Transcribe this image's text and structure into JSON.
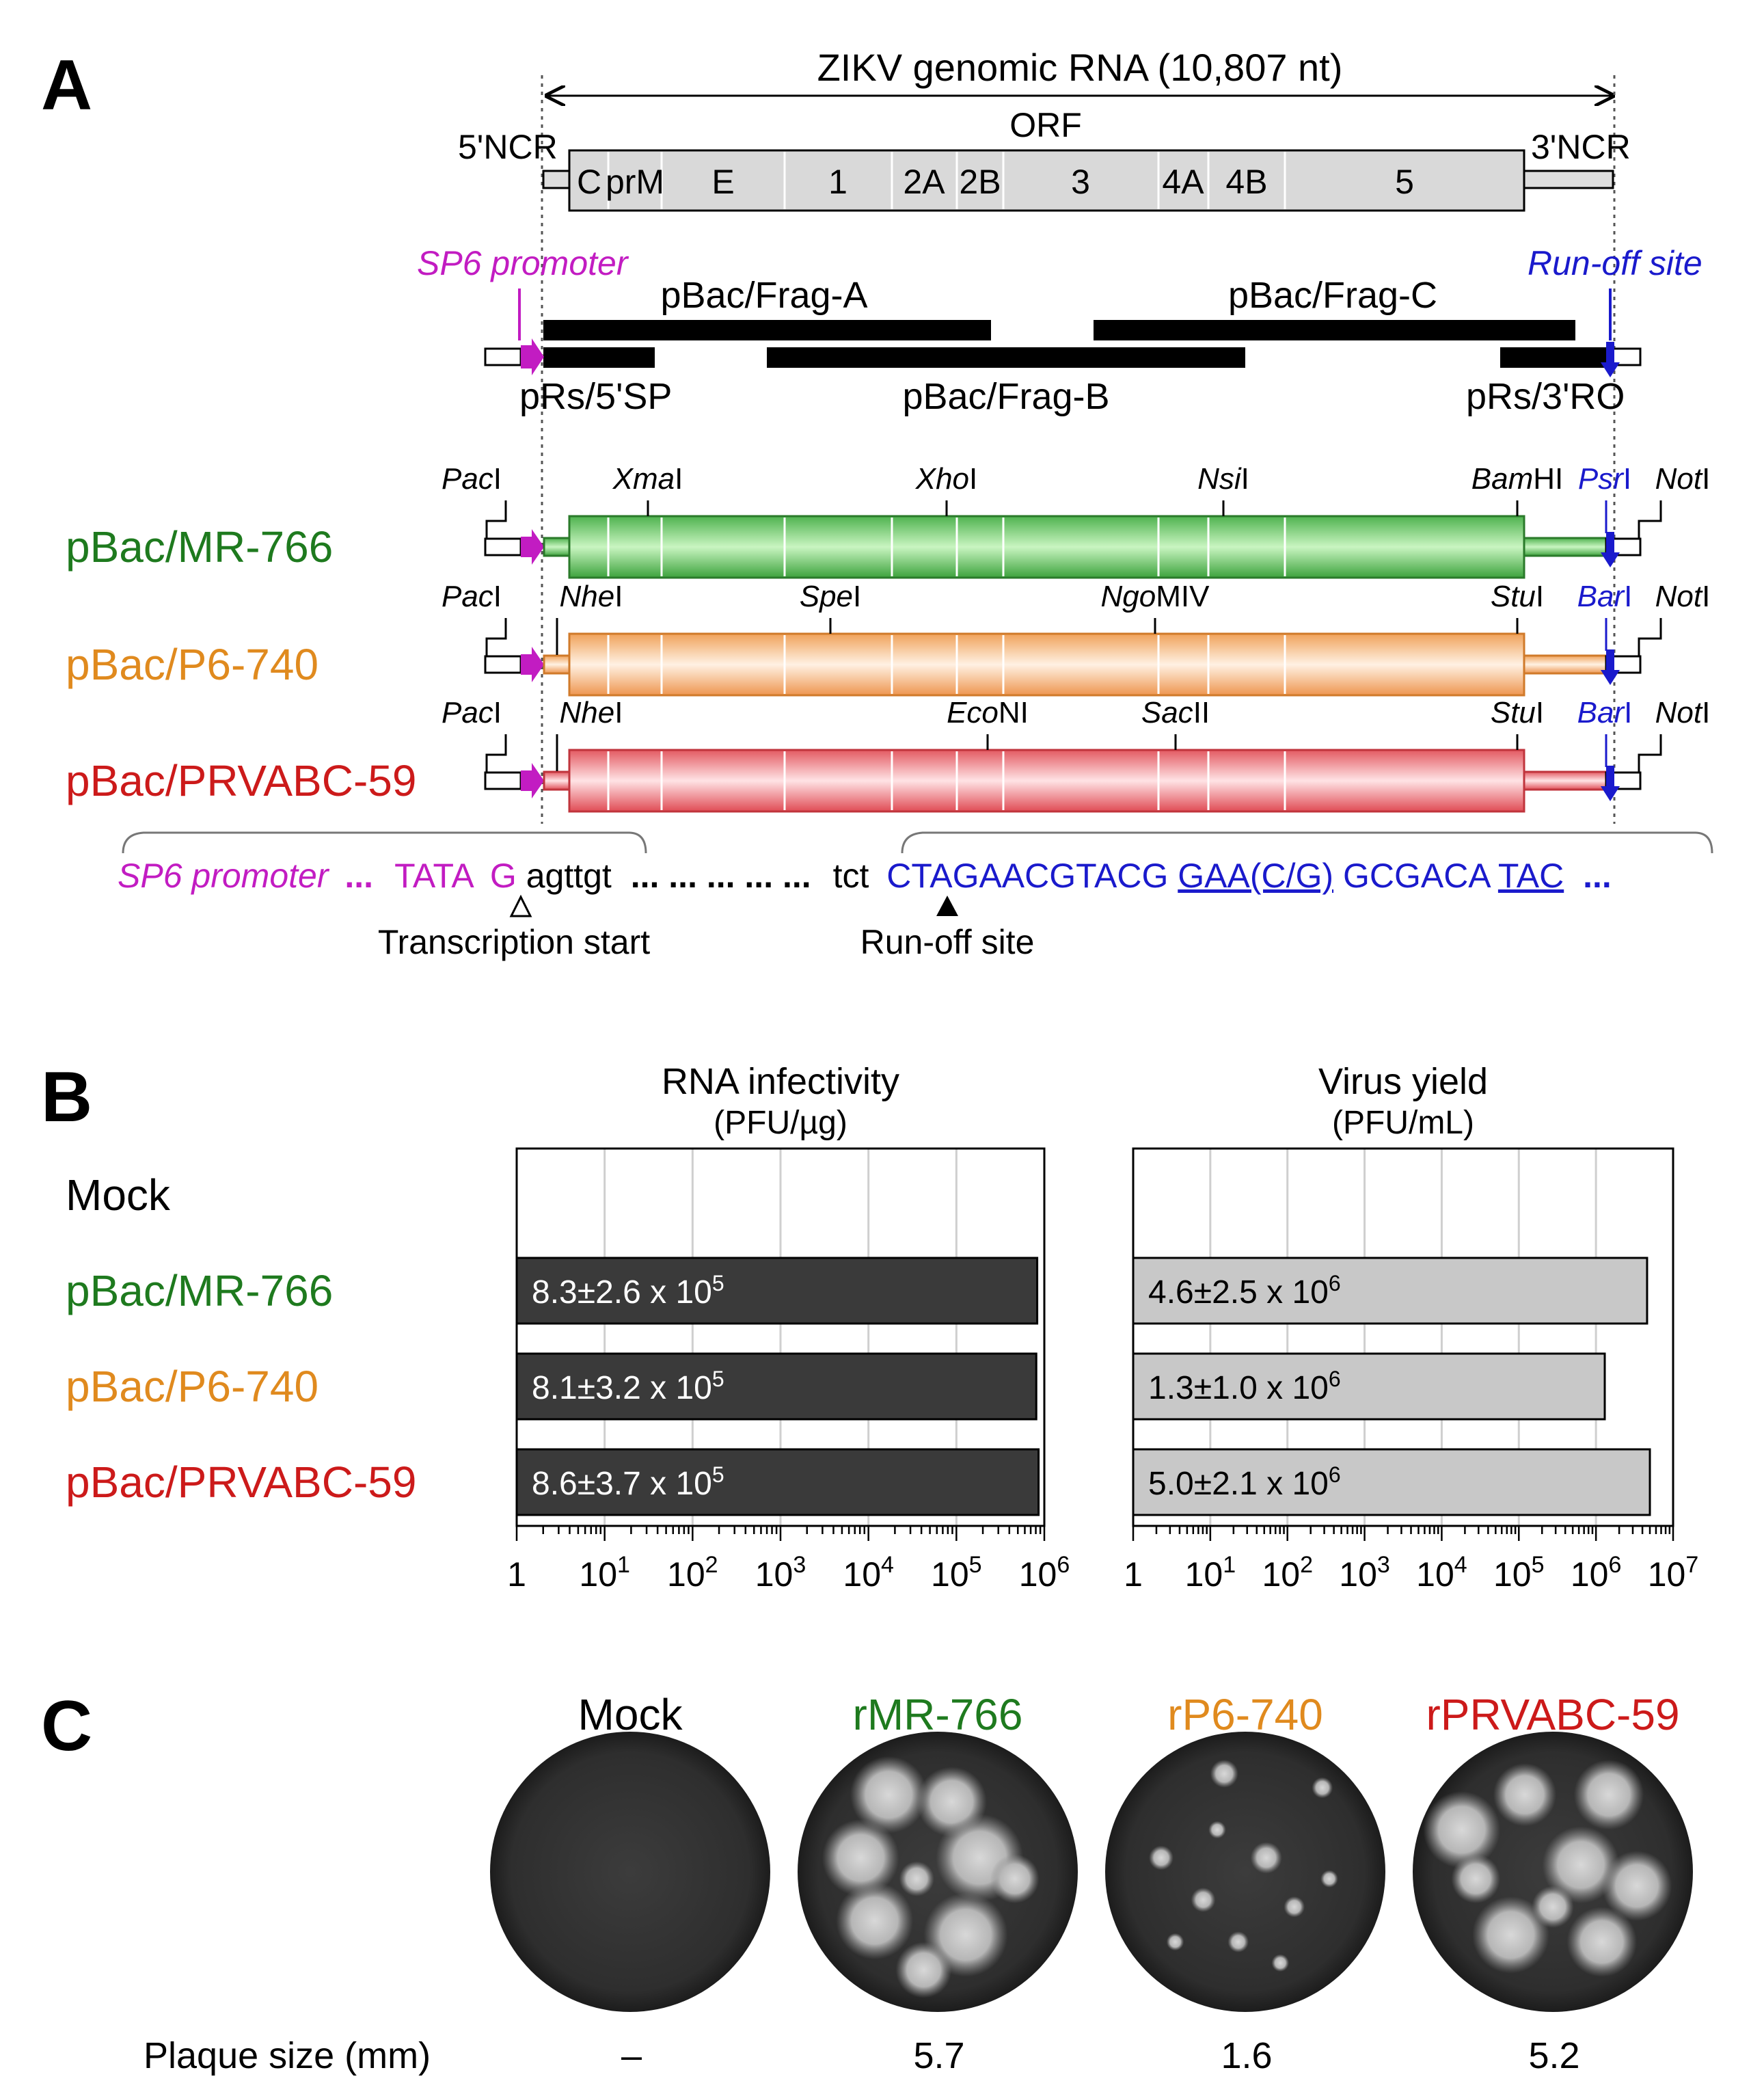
{
  "panels": {
    "a": "A",
    "b": "B",
    "c": "C"
  },
  "panelA": {
    "genome_label": "ZIKV genomic RNA (10,807 nt)",
    "ncr5": "5'NCR",
    "ncr3": "3'NCR",
    "orf": "ORF",
    "genes": [
      "C",
      "prM",
      "E",
      "1",
      "2A",
      "2B",
      "3",
      "4A",
      "4B",
      "5"
    ],
    "sp6_promoter": "SP6 promoter",
    "runoff_site": "Run-off site",
    "frag_a": "pBac/Frag-A",
    "frag_b": "pBac/Frag-B",
    "frag_c": "pBac/Frag-C",
    "prs5": "pRs/5'SP",
    "prs3": "pRs/3'RO",
    "constructs": [
      {
        "name": "pBac/MR-766",
        "color": "#1e7a1e",
        "sites": [
          {
            "it": "Pac",
            "rt": "I"
          },
          {
            "it": "Xma",
            "rt": "I"
          },
          {
            "it": "Xho",
            "rt": "I"
          },
          {
            "it": "Nsi",
            "rt": "I"
          },
          {
            "it": "Bam",
            "rt": "HI"
          },
          {
            "it": "Psr",
            "rt": "I"
          },
          {
            "it": "Not",
            "rt": "I"
          }
        ]
      },
      {
        "name": "pBac/P6-740",
        "color": "#e08a1e",
        "sites": [
          {
            "it": "Pac",
            "rt": "I"
          },
          {
            "it": "Nhe",
            "rt": "I"
          },
          {
            "it": "Spe",
            "rt": "I"
          },
          {
            "it": "Ngo",
            "rt": "MIV"
          },
          {
            "it": "Stu",
            "rt": "I"
          },
          {
            "it": "Bar",
            "rt": "I"
          },
          {
            "it": "Not",
            "rt": "I"
          }
        ]
      },
      {
        "name": "pBac/PRVABC-59",
        "color": "#cc1a1a",
        "sites": [
          {
            "it": "Pac",
            "rt": "I"
          },
          {
            "it": "Nhe",
            "rt": "I"
          },
          {
            "it": "Eco",
            "rt": "NI"
          },
          {
            "it": "Sac",
            "rt": "II"
          },
          {
            "it": "Stu",
            "rt": "I"
          },
          {
            "it": "Bar",
            "rt": "I"
          },
          {
            "it": "Not",
            "rt": "I"
          }
        ]
      }
    ],
    "seq": {
      "promoter": "SP6 promoter",
      "dots1": "...",
      "tata": "TATA",
      "g": "G",
      "agttgt": "agttgt",
      "dots_mid": "... ... ... ... ...",
      "tct": "tct",
      "blue1": "CTAGAACGTACG",
      "blue_u1": "GAA(C/G)",
      "blue2": "GCGACA",
      "blue_u2": "TAC",
      "dots_end": "...",
      "transcription_start": "Transcription start",
      "runoff": "Run-off site"
    }
  },
  "panelB": {
    "rows": [
      "Mock",
      "pBac/MR-766",
      "pBac/P6-740",
      "pBac/PRVABC-59"
    ],
    "row_colors": [
      "#000000",
      "#1e7a1e",
      "#e08a1e",
      "#cc1a1a"
    ],
    "chart1_title": "RNA infectivity",
    "chart1_unit": "(PFU/µg)",
    "chart2_title": "Virus yield",
    "chart2_unit": "(PFU/mL)",
    "chart1_labels": [
      {
        "m": "8.3±2.6 x 10",
        "e": "5"
      },
      {
        "m": "8.1±3.2 x 10",
        "e": "5"
      },
      {
        "m": "8.6±3.7 x 10",
        "e": "5"
      }
    ],
    "chart2_labels": [
      {
        "m": "4.6±2.5 x 10",
        "e": "6"
      },
      {
        "m": "1.3±1.0 x 10",
        "e": "6"
      },
      {
        "m": "5.0±2.1 x 10",
        "e": "6"
      }
    ],
    "chart1_ticks": [
      {
        "b": "1",
        "e": ""
      },
      {
        "b": "10",
        "e": "1"
      },
      {
        "b": "10",
        "e": "2"
      },
      {
        "b": "10",
        "e": "3"
      },
      {
        "b": "10",
        "e": "4"
      },
      {
        "b": "10",
        "e": "5"
      },
      {
        "b": "10",
        "e": "6"
      }
    ],
    "chart2_ticks": [
      {
        "b": "1",
        "e": ""
      },
      {
        "b": "10",
        "e": "1"
      },
      {
        "b": "10",
        "e": "2"
      },
      {
        "b": "10",
        "e": "3"
      },
      {
        "b": "10",
        "e": "4"
      },
      {
        "b": "10",
        "e": "5"
      },
      {
        "b": "10",
        "e": "6"
      },
      {
        "b": "10",
        "e": "7"
      }
    ]
  },
  "chart_data": [
    {
      "type": "bar",
      "title": "RNA infectivity",
      "xlabel": "(PFU/µg)",
      "scale": "log",
      "orientation": "horizontal",
      "categories": [
        "Mock",
        "pBac/MR-766",
        "pBac/P6-740",
        "pBac/PRVABC-59"
      ],
      "values": [
        null,
        830000,
        810000,
        860000
      ],
      "xlim": [
        1,
        1000000
      ],
      "bar_color": "#3a3a3a"
    },
    {
      "type": "bar",
      "title": "Virus yield",
      "xlabel": "(PFU/mL)",
      "scale": "log",
      "orientation": "horizontal",
      "categories": [
        "Mock",
        "pBac/MR-766",
        "pBac/P6-740",
        "pBac/PRVABC-59"
      ],
      "values": [
        null,
        4600000,
        1300000,
        5000000
      ],
      "xlim": [
        1,
        10000000
      ],
      "bar_color": "#c8c8c8"
    }
  ],
  "panelC": {
    "plates": [
      {
        "name": "Mock",
        "color": "#000000",
        "size": "–"
      },
      {
        "name": "rMR-766",
        "color": "#1e7a1e",
        "size": "5.7"
      },
      {
        "name": "rP6-740",
        "color": "#e08a1e",
        "size": "1.6"
      },
      {
        "name": "rPRVABC-59",
        "color": "#cc1a1a",
        "size": "5.2"
      }
    ],
    "plaque_label": "Plaque size (mm)"
  }
}
